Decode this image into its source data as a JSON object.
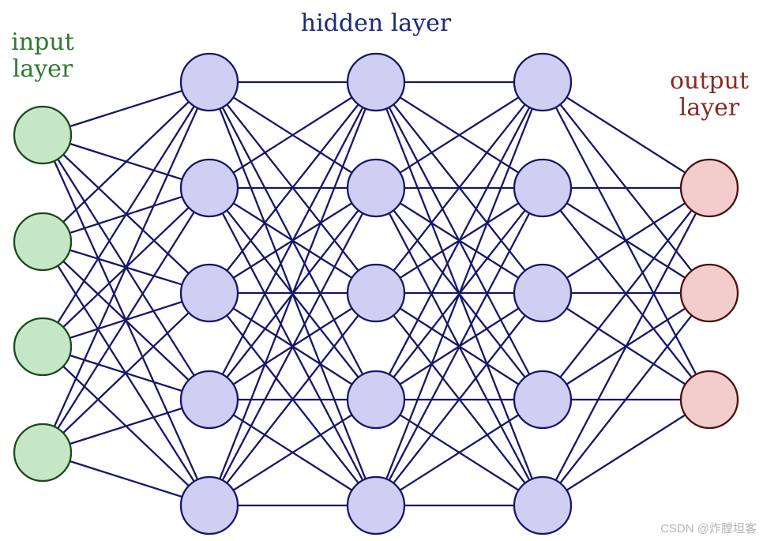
{
  "labels": {
    "input_line1": "input",
    "input_line2": "layer",
    "hidden": "hidden layer",
    "output_line1": "output",
    "output_line2": "layer",
    "watermark": "CSDN @炸膛坦客"
  },
  "network": {
    "layers": [
      {
        "name": "input",
        "nodes": 4
      },
      {
        "name": "hidden-1",
        "nodes": 5
      },
      {
        "name": "hidden-2",
        "nodes": 5
      },
      {
        "name": "hidden-3",
        "nodes": 5
      },
      {
        "name": "output",
        "nodes": 3
      }
    ],
    "connectivity": "fully-connected"
  },
  "colors": {
    "edge": "#16166a",
    "input_fill": "#c6e7c6",
    "input_stroke": "#1a4a1a",
    "hidden_fill": "#cfcff4",
    "hidden_stroke": "#16166a",
    "output_fill": "#f3cccc",
    "output_stroke": "#4a1010",
    "input_label": "#2e7a2e",
    "hidden_label": "#1c2a7a",
    "output_label": "#8b2a22"
  }
}
